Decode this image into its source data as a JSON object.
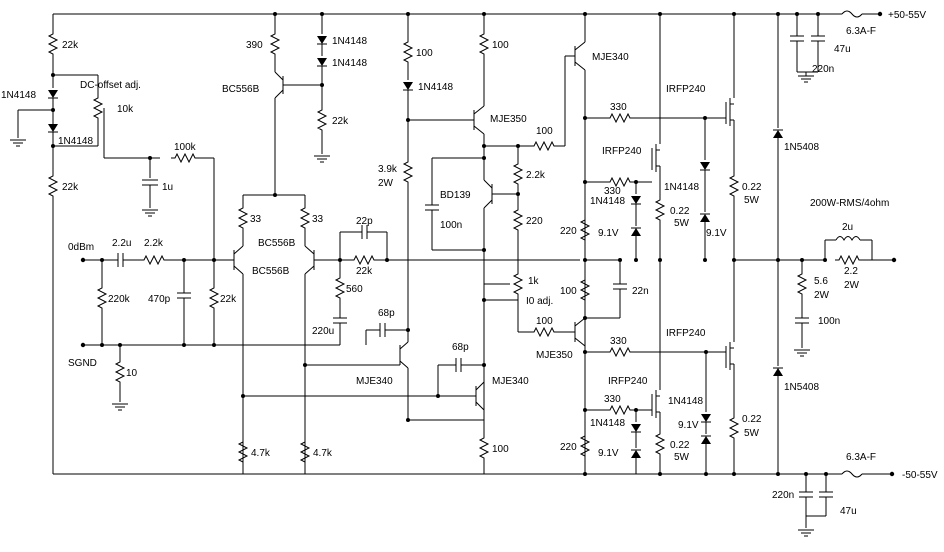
{
  "labels": {
    "rail_pos": "+50-55V",
    "rail_neg": "-50-55V",
    "fuse_pos": "6.3A-F",
    "fuse_neg": "6.3A-F",
    "input": "0dBm",
    "sgnd": "SGND",
    "title_out": "200W-RMS/4ohm",
    "dc_offset": "DC-offset adj.",
    "io_adj": "I0 adj."
  },
  "parts": {
    "r22k_top": "22k",
    "d1n4148_a": "1N4148",
    "d1n4148_b": "1N4148",
    "pot10k": "10k",
    "r22k_low": "22k",
    "r100k": "100k",
    "c1u": "1u",
    "r390": "390",
    "q_bc556_top": "BC556B",
    "d_top1": "1N4148",
    "d_top2": "1N4148",
    "r22k_mid": "22k",
    "r33a": "33",
    "r33b": "33",
    "q_bc556_a": "BC556B",
    "q_bc556_b": "BC556B",
    "c22p": "22p",
    "r22k_fb": "22k",
    "r560": "560",
    "c220u": "220u",
    "c22u": "2.2u",
    "r22k_in": "2.2k",
    "r220k": "220k",
    "c470p": "470p",
    "r22k_b": "22k",
    "r10": "10",
    "c68p_a": "68p",
    "c68p_b": "68p",
    "q_mje340_a": "MJE340",
    "q_mje340_b": "MJE340",
    "r47k_a": "4.7k",
    "r47k_b": "4.7k",
    "r100_a": "100",
    "d_1n4148_v": "1N4148",
    "r39k": "3.9k",
    "r39k_w": "2W",
    "r100_b": "100",
    "q_mje350_top": "MJE350",
    "q_mje340_top": "MJE340",
    "q_bd139": "BD139",
    "c100n": "100n",
    "r22k_bd": "2.2k",
    "r220_bd": "220",
    "pot1k": "1k",
    "r100_c": "100",
    "r100_d": "100",
    "q_mje350_bot": "MJE350",
    "r100_e": "100",
    "r330_a": "330",
    "r330_b": "330",
    "r330_c": "330",
    "r330_d": "330",
    "q_irf_a": "IRFP240",
    "q_irf_b": "IRFP240",
    "q_irf_c": "IRFP240",
    "q_irf_d": "IRFP240",
    "d1n4148_c": "1N4148",
    "d1n4148_d": "1N4148",
    "d1n4148_e": "1N4148",
    "d1n4148_f": "1N4148",
    "z91_a": "9.1V",
    "z91_b": "9.1V",
    "z91_c": "9.1V",
    "z91_d": "9.1V",
    "r220_a": "220",
    "r220_b": "220",
    "r022_a": "0.22",
    "r022_a_w": "5W",
    "r022_b": "0.22",
    "r022_b_w": "5W",
    "r022_c": "0.22",
    "r022_c_w": "5W",
    "r022_d": "0.22",
    "r022_d_w": "5W",
    "r100_f": "100",
    "c22n": "22n",
    "d1n5408_a": "1N5408",
    "d1n5408_b": "1N5408",
    "c220n_top": "220n",
    "c47u_top": "47u",
    "c220n_bot": "220n",
    "c47u_bot": "47u",
    "l2u": "2u",
    "r22_out": "2.2",
    "r22_out_w": "2W",
    "r56": "5.6",
    "r56_w": "2W",
    "c100n_out": "100n"
  }
}
